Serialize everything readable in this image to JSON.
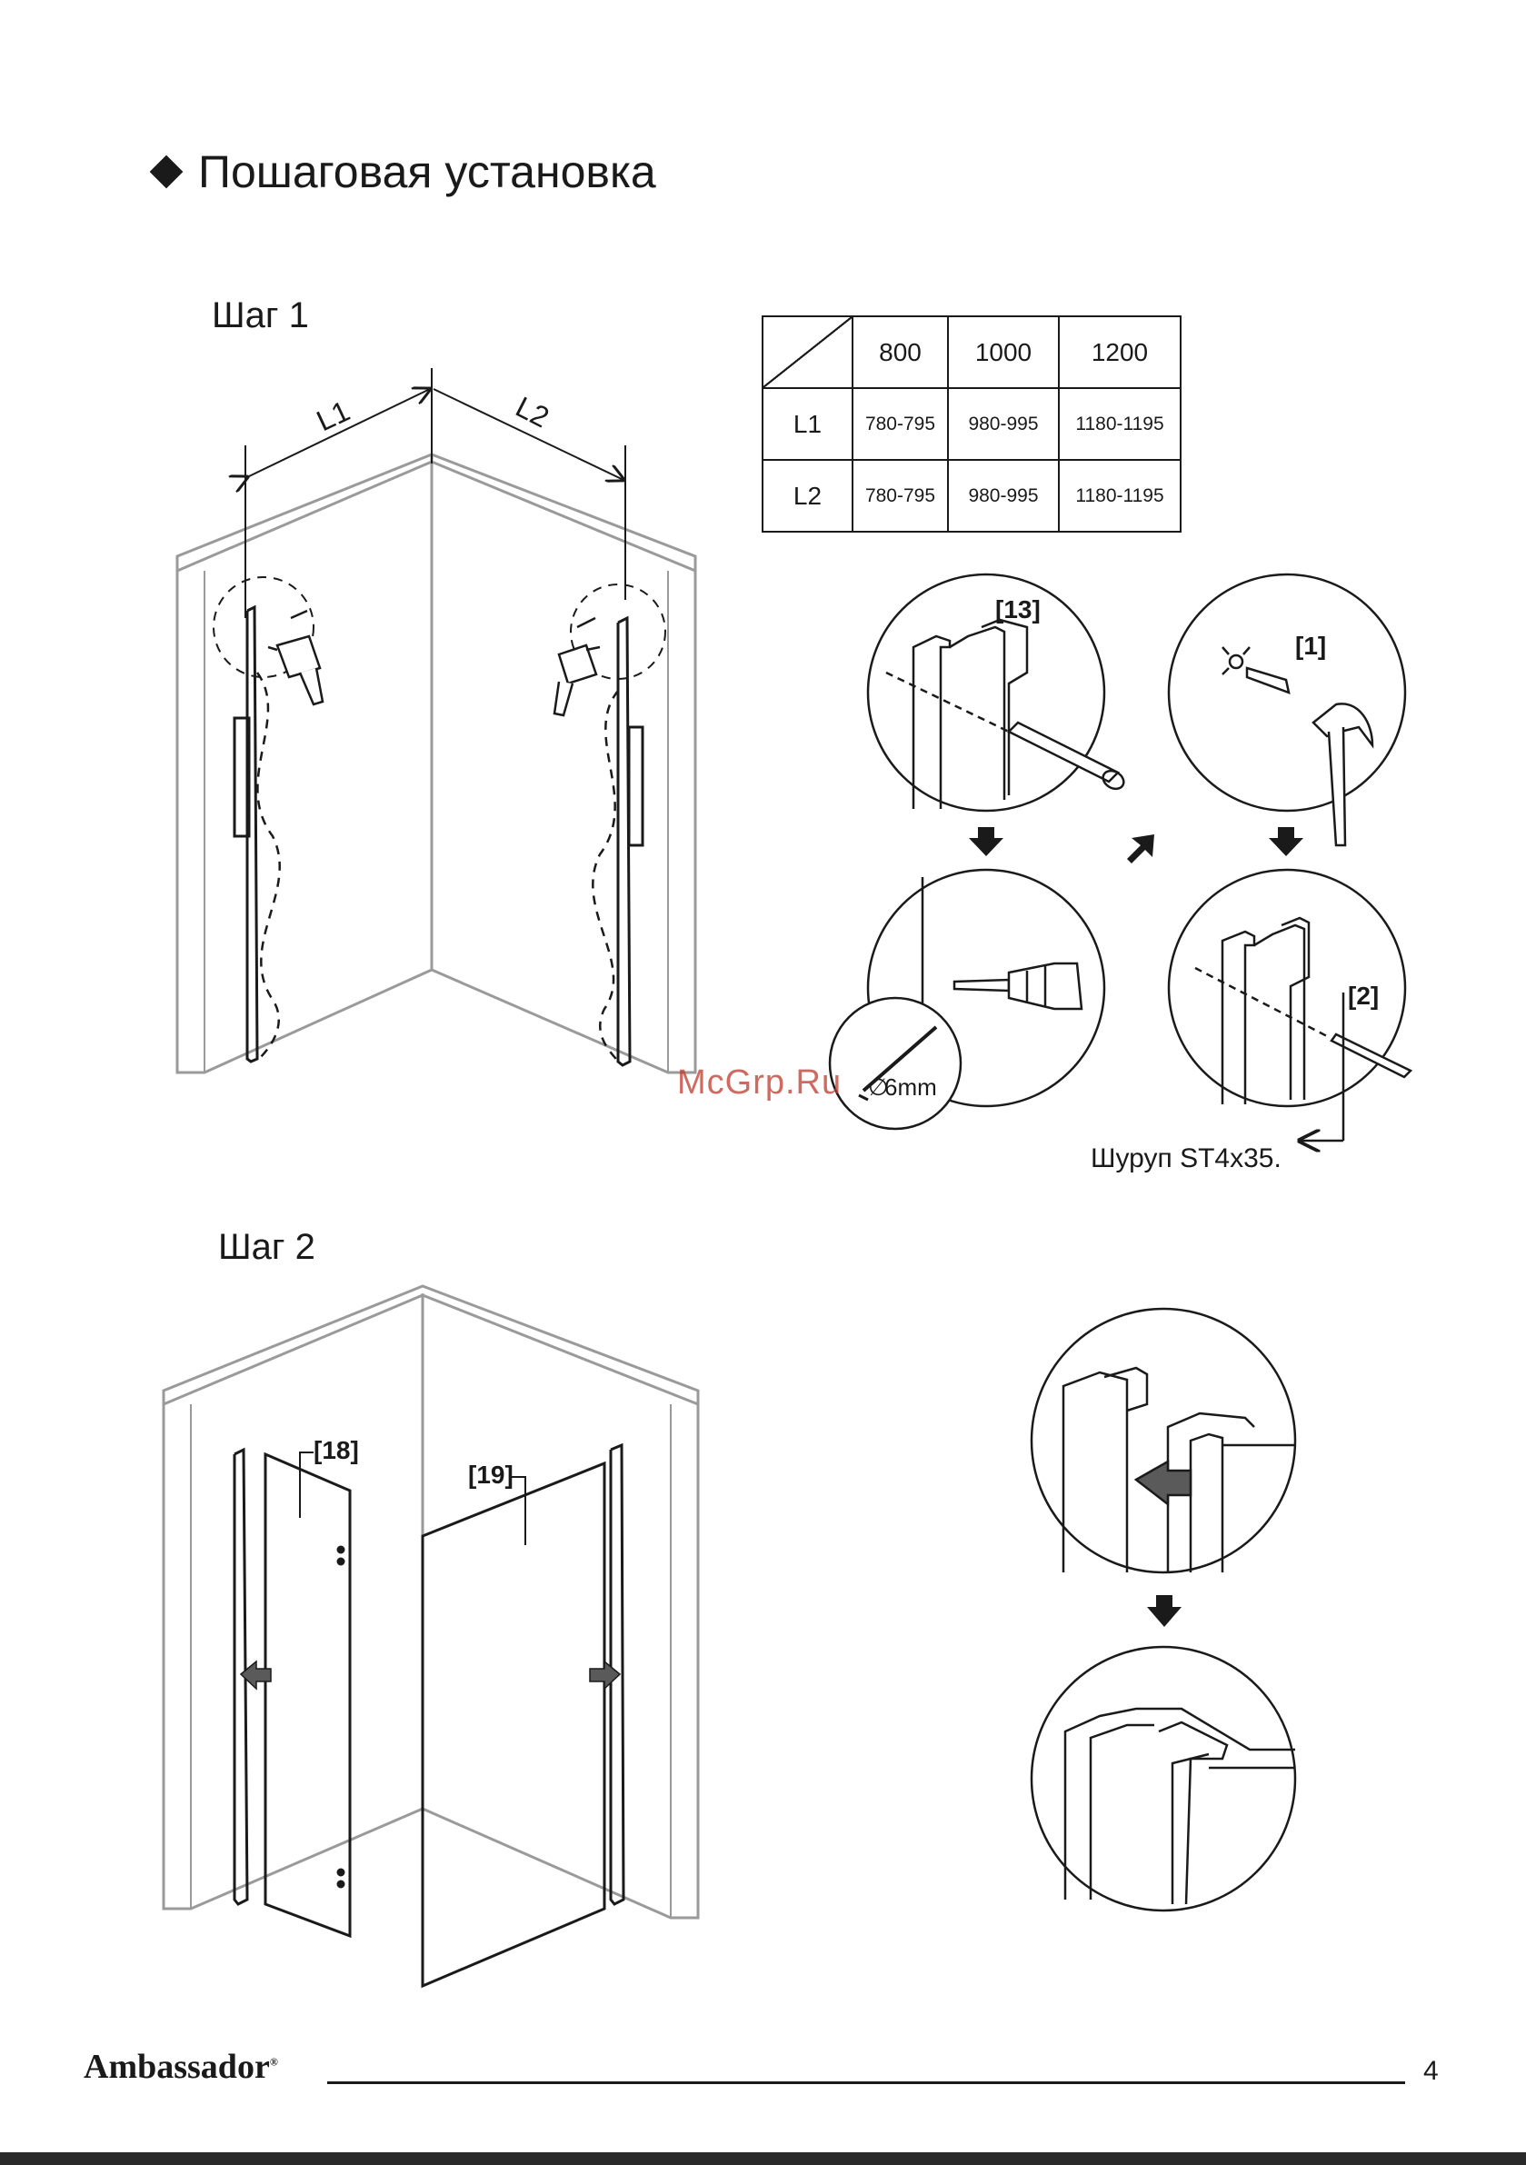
{
  "heading": "Пошаговая установка",
  "step1": {
    "title": "Шаг 1",
    "dim_left": "L1",
    "dim_right": "L2",
    "table": {
      "columns": [
        "800",
        "1000",
        "1200"
      ],
      "rows": [
        {
          "label": "L1",
          "values": [
            "780-795",
            "980-995",
            "1180-1195"
          ]
        },
        {
          "label": "L2",
          "values": [
            "780-795",
            "980-995",
            "1180-1195"
          ]
        }
      ]
    },
    "callout_profile": "[13]",
    "callout_plug": "[1]",
    "callout_screw": "[2]",
    "drill_size": "6mm",
    "screw_note": "Шуруп ST4x35."
  },
  "step2": {
    "title": "Шаг 2",
    "callout_left_panel": "[18]",
    "callout_right_panel": "[19]"
  },
  "watermark": "McGrp.Ru",
  "footer": {
    "brand": "Ambassador",
    "page_number": "4"
  },
  "colors": {
    "ink": "#1a1a1a",
    "wall": "#9a9a9a",
    "watermark": "#c0392b"
  }
}
